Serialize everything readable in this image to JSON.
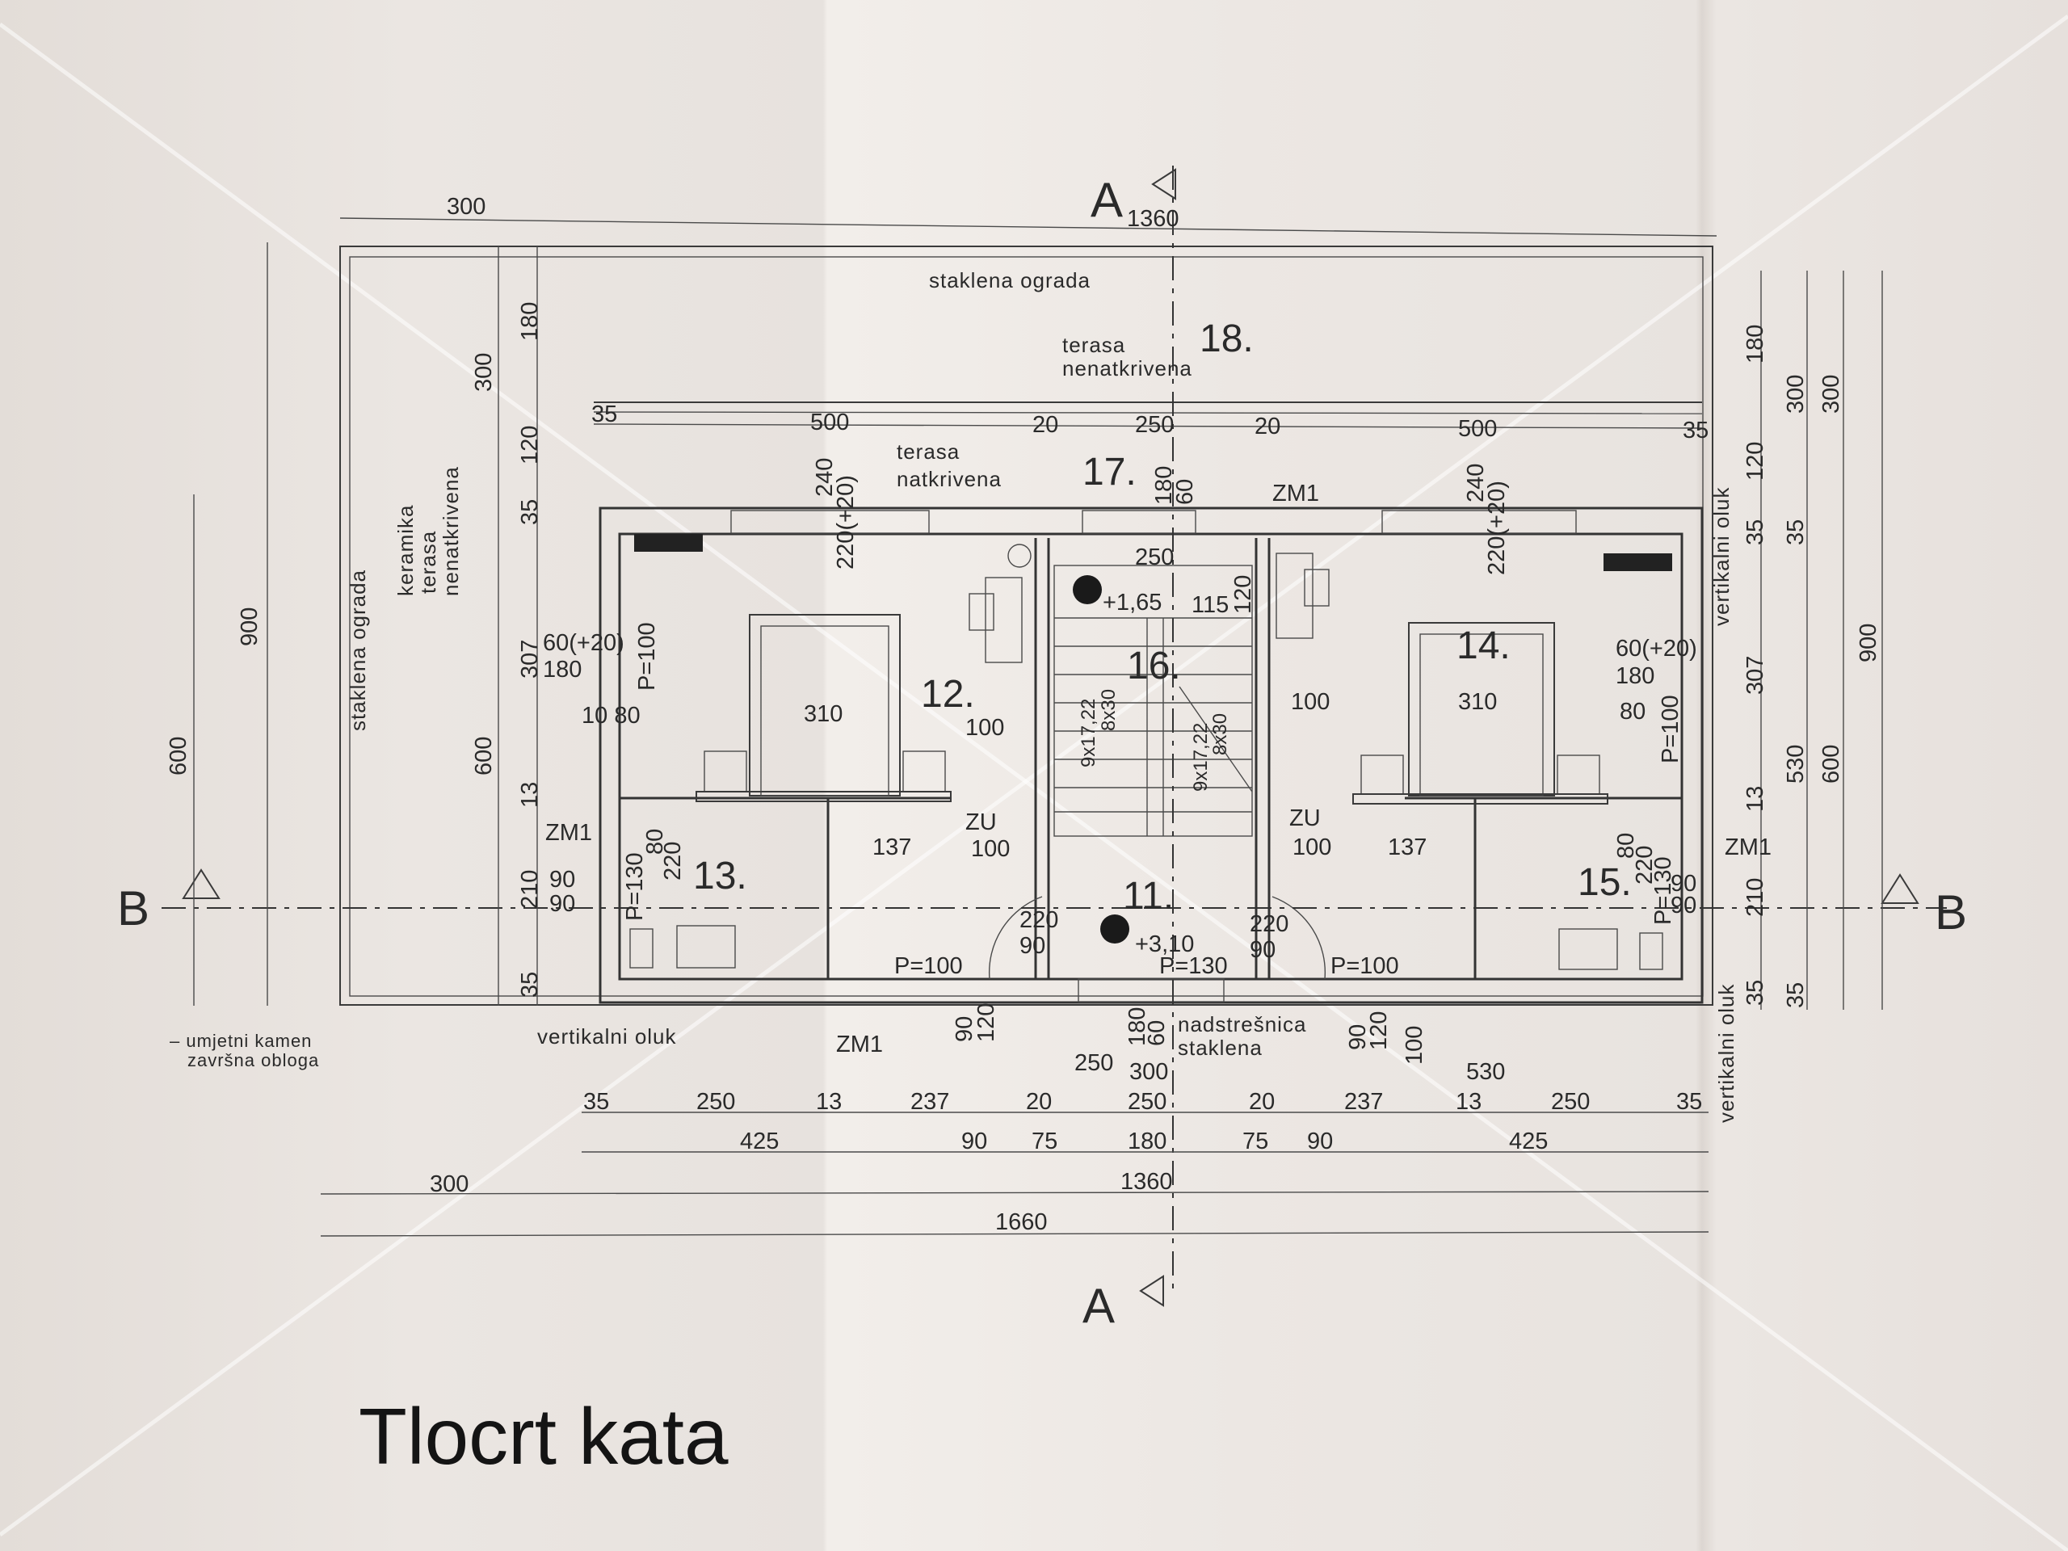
{
  "title": "Tlocrt kata",
  "section_marks": {
    "a": "A",
    "b": "B"
  },
  "labels": {
    "staklena_ograda_top": "staklena ograda",
    "terasa_top": "terasa",
    "nenatkrivena_top": "nenatkrivena",
    "terasa_cov": "terasa",
    "natkrivena": "natkrivena",
    "staklena_ograda_left": "staklena ograda",
    "keramika": "keramika",
    "terasa_left": "terasa",
    "nenatkrivena_left": "nenatkrivena",
    "vertikalni_oluk_bl": "vertikalni oluk",
    "vertikalni_oluk_rt": "vertikalni oluk",
    "vertikalni_oluk_rb": "vertikalni oluk",
    "nadstresnica": "nadstrešnica",
    "staklena": "staklena",
    "umjetni_kamen": "– umjetni kamen",
    "zavrsna_obloga": "završna obloga",
    "zm1_top": "ZM1",
    "zm1_left": "ZM1",
    "zm1_right": "ZM1",
    "zm1_bottom": "ZM1",
    "zu_left": "ZU",
    "zu_right": "ZU",
    "level_1": "+1,65",
    "level_2": "+3,10",
    "p_left": "P=100",
    "p_mid": "P=130",
    "p_right": "P=100",
    "p_win_l": "P=100",
    "p_win_r": "P=100",
    "p_l2": "P=130",
    "p_r2": "P=130",
    "stairs_1": "9x17,22",
    "stairs_1b": "8x30",
    "stairs_2": "9x17,22",
    "stairs_2b": "8x30"
  },
  "rooms": [
    "11.",
    "12.",
    "13.",
    "14.",
    "15.",
    "16.",
    "17.",
    "18."
  ],
  "dimensions": {
    "top": [
      "300",
      "1360"
    ],
    "inner_top": [
      "35",
      "500",
      "20",
      "250",
      "20",
      "500",
      "35"
    ],
    "bottom_row1": [
      "35",
      "250",
      "13",
      "237",
      "20",
      "250",
      "20",
      "237",
      "13",
      "250",
      "35"
    ],
    "bottom_row2": [
      "425",
      "90",
      "75",
      "180",
      "75",
      "90",
      "425"
    ],
    "bottom_row3": [
      "300",
      "1360"
    ],
    "bottom_row4": [
      "1660"
    ],
    "left_outer": [
      "900",
      "600"
    ],
    "left_mid": [
      "300",
      "600"
    ],
    "left_inner": [
      "180",
      "120",
      "35",
      "307",
      "13",
      "210",
      "35"
    ],
    "right_inner": [
      "180",
      "120",
      "35",
      "307",
      "13",
      "210",
      "35"
    ],
    "right_col2": [
      "300",
      "35",
      "530",
      "35"
    ],
    "right_col3": [
      "300",
      "600"
    ],
    "right_col4": [
      "900"
    ],
    "misc": [
      "60(+20)",
      "180",
      "60(+20)",
      "180",
      "240",
      "220(+20)",
      "240",
      "220(+20)",
      "310",
      "310",
      "137",
      "137",
      "100",
      "100",
      "220",
      "90",
      "220",
      "90",
      "250",
      "250",
      "180",
      "60",
      "90",
      "120",
      "180",
      "60",
      "90",
      "120",
      "300",
      "530",
      "100",
      "80",
      "220",
      "80",
      "220",
      "90",
      "90",
      "90",
      "90",
      "10 80",
      "80",
      "100",
      "100",
      "115",
      "120"
    ]
  },
  "colors": {
    "paper": "#ece7e3",
    "ink": "#2a2a2a"
  }
}
